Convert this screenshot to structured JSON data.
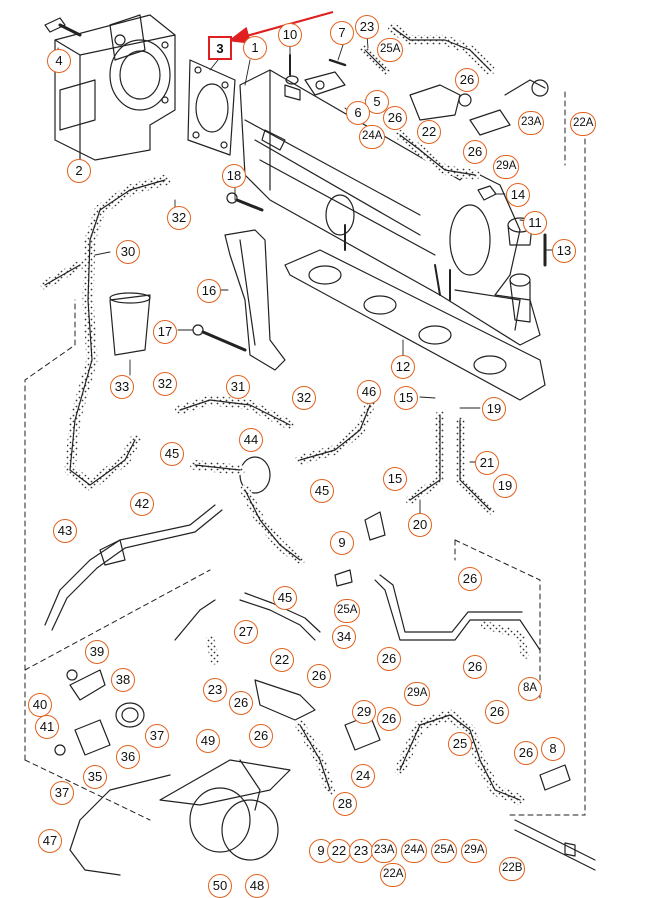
{
  "diagram": {
    "accent_color": "#e0621e",
    "highlight_color": "#e02020",
    "line_color": "#222222",
    "callouts": [
      {
        "id": "c1",
        "text": "1"
      },
      {
        "id": "c2",
        "text": "2"
      },
      {
        "id": "c3",
        "text": "3",
        "highlight": true
      },
      {
        "id": "c4",
        "text": "4"
      },
      {
        "id": "c5",
        "text": "5"
      },
      {
        "id": "c6",
        "text": "6"
      },
      {
        "id": "c7",
        "text": "7"
      },
      {
        "id": "c8a",
        "text": "8"
      },
      {
        "id": "c8b",
        "text": "8A"
      },
      {
        "id": "c9",
        "text": "9"
      },
      {
        "id": "c10",
        "text": "10"
      },
      {
        "id": "c11",
        "text": "11"
      },
      {
        "id": "c12",
        "text": "12"
      },
      {
        "id": "c13",
        "text": "13"
      },
      {
        "id": "c14",
        "text": "14"
      },
      {
        "id": "c15a",
        "text": "15"
      },
      {
        "id": "c15b",
        "text": "15"
      },
      {
        "id": "c16",
        "text": "16"
      },
      {
        "id": "c17",
        "text": "17"
      },
      {
        "id": "c18",
        "text": "18"
      },
      {
        "id": "c19a",
        "text": "19"
      },
      {
        "id": "c19b",
        "text": "19"
      },
      {
        "id": "c20",
        "text": "20"
      },
      {
        "id": "c21",
        "text": "21"
      },
      {
        "id": "c22a",
        "text": "22"
      },
      {
        "id": "c22b",
        "text": "22"
      },
      {
        "id": "c22c",
        "text": "22A"
      },
      {
        "id": "c22d",
        "text": "22B"
      },
      {
        "id": "c23a",
        "text": "23"
      },
      {
        "id": "c23b",
        "text": "23A"
      },
      {
        "id": "c23c",
        "text": "23"
      },
      {
        "id": "c24a",
        "text": "24A"
      },
      {
        "id": "c24b",
        "text": "24"
      },
      {
        "id": "c25a",
        "text": "25A"
      },
      {
        "id": "c25b",
        "text": "25A"
      },
      {
        "id": "c25c",
        "text": "25"
      },
      {
        "id": "c26a",
        "text": "26"
      },
      {
        "id": "c26b",
        "text": "26"
      },
      {
        "id": "c26c",
        "text": "26"
      },
      {
        "id": "c26d",
        "text": "26"
      },
      {
        "id": "c26e",
        "text": "26"
      },
      {
        "id": "c26f",
        "text": "26"
      },
      {
        "id": "c26g",
        "text": "26"
      },
      {
        "id": "c26h",
        "text": "26"
      },
      {
        "id": "c26i",
        "text": "26"
      },
      {
        "id": "c26j",
        "text": "26"
      },
      {
        "id": "c26k",
        "text": "26"
      },
      {
        "id": "c26l",
        "text": "26"
      },
      {
        "id": "c27",
        "text": "27"
      },
      {
        "id": "c28",
        "text": "28"
      },
      {
        "id": "c29a",
        "text": "29A"
      },
      {
        "id": "c29b",
        "text": "29"
      },
      {
        "id": "c29c",
        "text": "29A"
      },
      {
        "id": "c30",
        "text": "30"
      },
      {
        "id": "c31",
        "text": "31"
      },
      {
        "id": "c32a",
        "text": "32"
      },
      {
        "id": "c32b",
        "text": "32"
      },
      {
        "id": "c32c",
        "text": "32"
      },
      {
        "id": "c33",
        "text": "33"
      },
      {
        "id": "c34",
        "text": "34"
      },
      {
        "id": "c35",
        "text": "35"
      },
      {
        "id": "c36",
        "text": "36"
      },
      {
        "id": "c37a",
        "text": "37"
      },
      {
        "id": "c37b",
        "text": "37"
      },
      {
        "id": "c38",
        "text": "38"
      },
      {
        "id": "c39",
        "text": "39"
      },
      {
        "id": "c40",
        "text": "40"
      },
      {
        "id": "c41",
        "text": "41"
      },
      {
        "id": "c42",
        "text": "42"
      },
      {
        "id": "c43",
        "text": "43"
      },
      {
        "id": "c44",
        "text": "44"
      },
      {
        "id": "c45a",
        "text": "45"
      },
      {
        "id": "c45b",
        "text": "45"
      },
      {
        "id": "c45c",
        "text": "45"
      },
      {
        "id": "c46",
        "text": "46"
      },
      {
        "id": "c47",
        "text": "47"
      },
      {
        "id": "c48",
        "text": "48"
      },
      {
        "id": "c49",
        "text": "49"
      },
      {
        "id": "c50",
        "text": "50"
      }
    ],
    "kit_row": [
      {
        "id": "k1",
        "text": "9"
      },
      {
        "id": "k2",
        "text": "22"
      },
      {
        "id": "k3",
        "text": "23"
      },
      {
        "id": "k4",
        "text": "23A"
      },
      {
        "id": "k5",
        "text": "24A"
      },
      {
        "id": "k6",
        "text": "25A"
      },
      {
        "id": "k7",
        "text": "29A"
      },
      {
        "id": "k8",
        "text": "22A"
      }
    ]
  }
}
